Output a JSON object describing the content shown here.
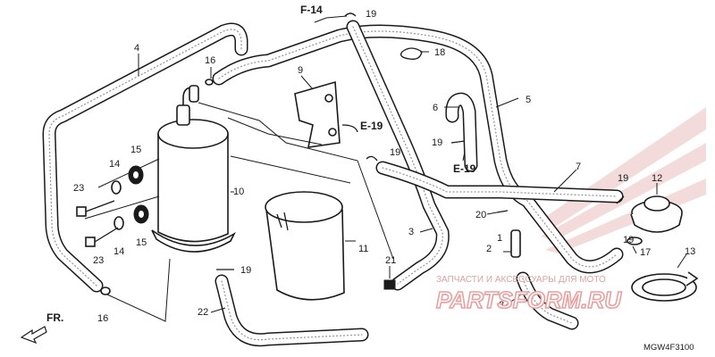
{
  "diagram": {
    "code": "MGW4F3100",
    "front_label": "FR.",
    "refs": {
      "f14": "F-14",
      "e19_top": "E-19",
      "e19_mid": "E-19"
    },
    "callouts": {
      "c1": "1",
      "c2": "2",
      "c3": "3",
      "c4": "4",
      "c5": "5",
      "c6": "6",
      "c7": "7",
      "c8": "8",
      "c9": "9",
      "c10": "10",
      "c11": "11",
      "c12": "12",
      "c13": "13",
      "c14a": "14",
      "c14b": "14",
      "c15a": "15",
      "c15b": "15",
      "c16a": "16",
      "c16b": "16",
      "c17": "17",
      "c18": "18",
      "c19a": "19",
      "c19b": "19",
      "c19c": "19",
      "c19d": "19",
      "c19e": "19",
      "c20": "20",
      "c21": "21",
      "c22": "22",
      "c23a": "23",
      "c23b": "23"
    }
  },
  "watermark": {
    "line1": "ЗАПЧАСТИ И АКСЕССУАРЫ ДЛЯ МОТО",
    "brand": "PARTSFORM.RU"
  }
}
